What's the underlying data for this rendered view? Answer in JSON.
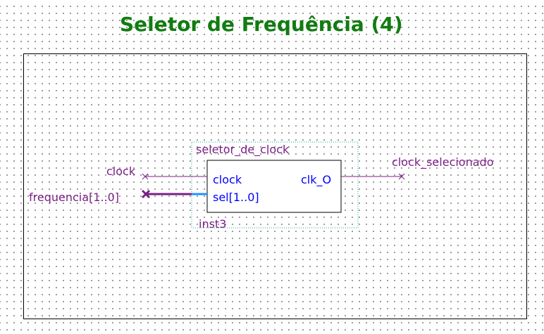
{
  "title": "Seletor de Frequência (4)",
  "block": {
    "name": "seletor_de_clock",
    "instance": "inst3",
    "ports_in": [
      "clock",
      "sel[1..0]"
    ],
    "port_out": "clk_O"
  },
  "pins": {
    "input_clock": "clock",
    "input_freq": "frequencia[1..0]",
    "output": "clock_selecionado"
  },
  "colors": {
    "title": "#107c10",
    "pin_text": "#7a1f86",
    "port_text": "#0000ff",
    "wire": "#7a1f86",
    "bus_highlight": "#1e90ff"
  }
}
